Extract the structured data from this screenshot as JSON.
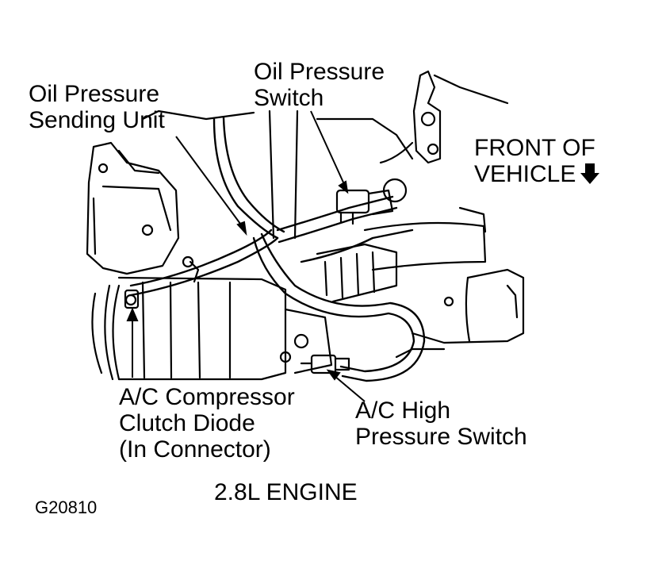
{
  "labels": {
    "oil_pressure_sending_unit": [
      "Oil Pressure",
      "Sending Unit"
    ],
    "oil_pressure_switch": [
      "Oil Pressure",
      "Switch"
    ],
    "front_of_vehicle": [
      "FRONT OF",
      "VEHICLE"
    ],
    "ac_compressor_clutch_diode": [
      "A/C Compressor",
      "Clutch Diode",
      "(In Connector)"
    ],
    "ac_high_pressure_switch": [
      "A/C High",
      "Pressure Switch"
    ],
    "engine": "2.8L ENGINE",
    "figure_id": "G20810"
  },
  "icons": {
    "front_direction": "down-arrow-icon"
  }
}
